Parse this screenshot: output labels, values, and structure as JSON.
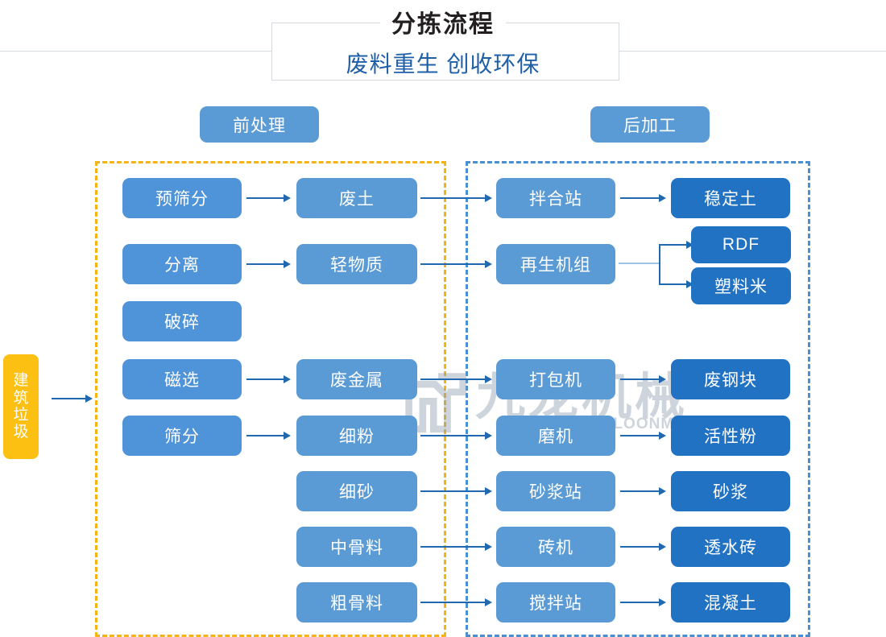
{
  "header": {
    "title": "分拣流程",
    "subtitle": "废料重生 创收环保",
    "title_color": "#231f20",
    "subtitle_color": "#1f5fa8"
  },
  "sections": [
    {
      "id": "pre",
      "label": "前处理",
      "frame_color": "#f5b316"
    },
    {
      "id": "post",
      "label": "后加工",
      "frame_color": "#4a8fd4"
    }
  ],
  "input": {
    "label": "建筑垃圾",
    "chars": [
      "建",
      "筑",
      "垃",
      "圾"
    ],
    "color": "#fbc011"
  },
  "palette": {
    "stage": "#4f93d8",
    "material": "#5b9bd5",
    "machine": "#5b9bd5",
    "product": "#2272c4",
    "arrow": "#2069b0",
    "arrow_faint": "#9dc3e6"
  },
  "nodes": {
    "stage": [
      {
        "label": "预筛分"
      },
      {
        "label": "分离"
      },
      {
        "label": "破碎"
      },
      {
        "label": "磁选"
      },
      {
        "label": "筛分"
      }
    ],
    "materials": [
      {
        "label": "废土"
      },
      {
        "label": "轻物质"
      },
      {
        "label": "废金属"
      },
      {
        "label": "细粉"
      },
      {
        "label": "细砂"
      },
      {
        "label": "中骨料"
      },
      {
        "label": "粗骨料"
      }
    ],
    "machines": [
      {
        "label": "拌合站"
      },
      {
        "label": "再生机组"
      },
      {
        "label": "打包机"
      },
      {
        "label": "磨机"
      },
      {
        "label": "砂浆站"
      },
      {
        "label": "砖机"
      },
      {
        "label": "搅拌站"
      }
    ],
    "products": [
      {
        "label": "稳定土"
      },
      {
        "label": "RDF"
      },
      {
        "label": "塑料米"
      },
      {
        "label": "废钢块"
      },
      {
        "label": "活性粉"
      },
      {
        "label": "砂浆"
      },
      {
        "label": "透水砖"
      },
      {
        "label": "混凝土"
      }
    ]
  },
  "flows": [
    {
      "from": "预筛分",
      "to": "废土"
    },
    {
      "from": "废土",
      "to": "拌合站"
    },
    {
      "from": "拌合站",
      "to": "稳定土"
    },
    {
      "from": "分离",
      "to": "轻物质"
    },
    {
      "from": "轻物质",
      "to": "再生机组"
    },
    {
      "from": "再生机组",
      "to": "RDF"
    },
    {
      "from": "再生机组",
      "to": "塑料米"
    },
    {
      "from": "磁选",
      "to": "废金属"
    },
    {
      "from": "废金属",
      "to": "打包机"
    },
    {
      "from": "打包机",
      "to": "废钢块"
    },
    {
      "from": "筛分",
      "to": "细粉"
    },
    {
      "from": "细粉",
      "to": "磨机"
    },
    {
      "from": "磨机",
      "to": "活性粉"
    },
    {
      "from": "细砂",
      "to": "砂浆站"
    },
    {
      "from": "砂浆站",
      "to": "砂浆"
    },
    {
      "from": "中骨料",
      "to": "砖机"
    },
    {
      "from": "砖机",
      "to": "透水砖"
    },
    {
      "from": "粗骨料",
      "to": "搅拌站"
    },
    {
      "from": "搅拌站",
      "to": "混凝土"
    },
    {
      "from": "建筑垃圾",
      "to": "前处理"
    }
  ],
  "watermark": {
    "cn": "九龙机械",
    "en": "KOWLOONMACHINERY",
    "color": "#8a9aaa"
  }
}
